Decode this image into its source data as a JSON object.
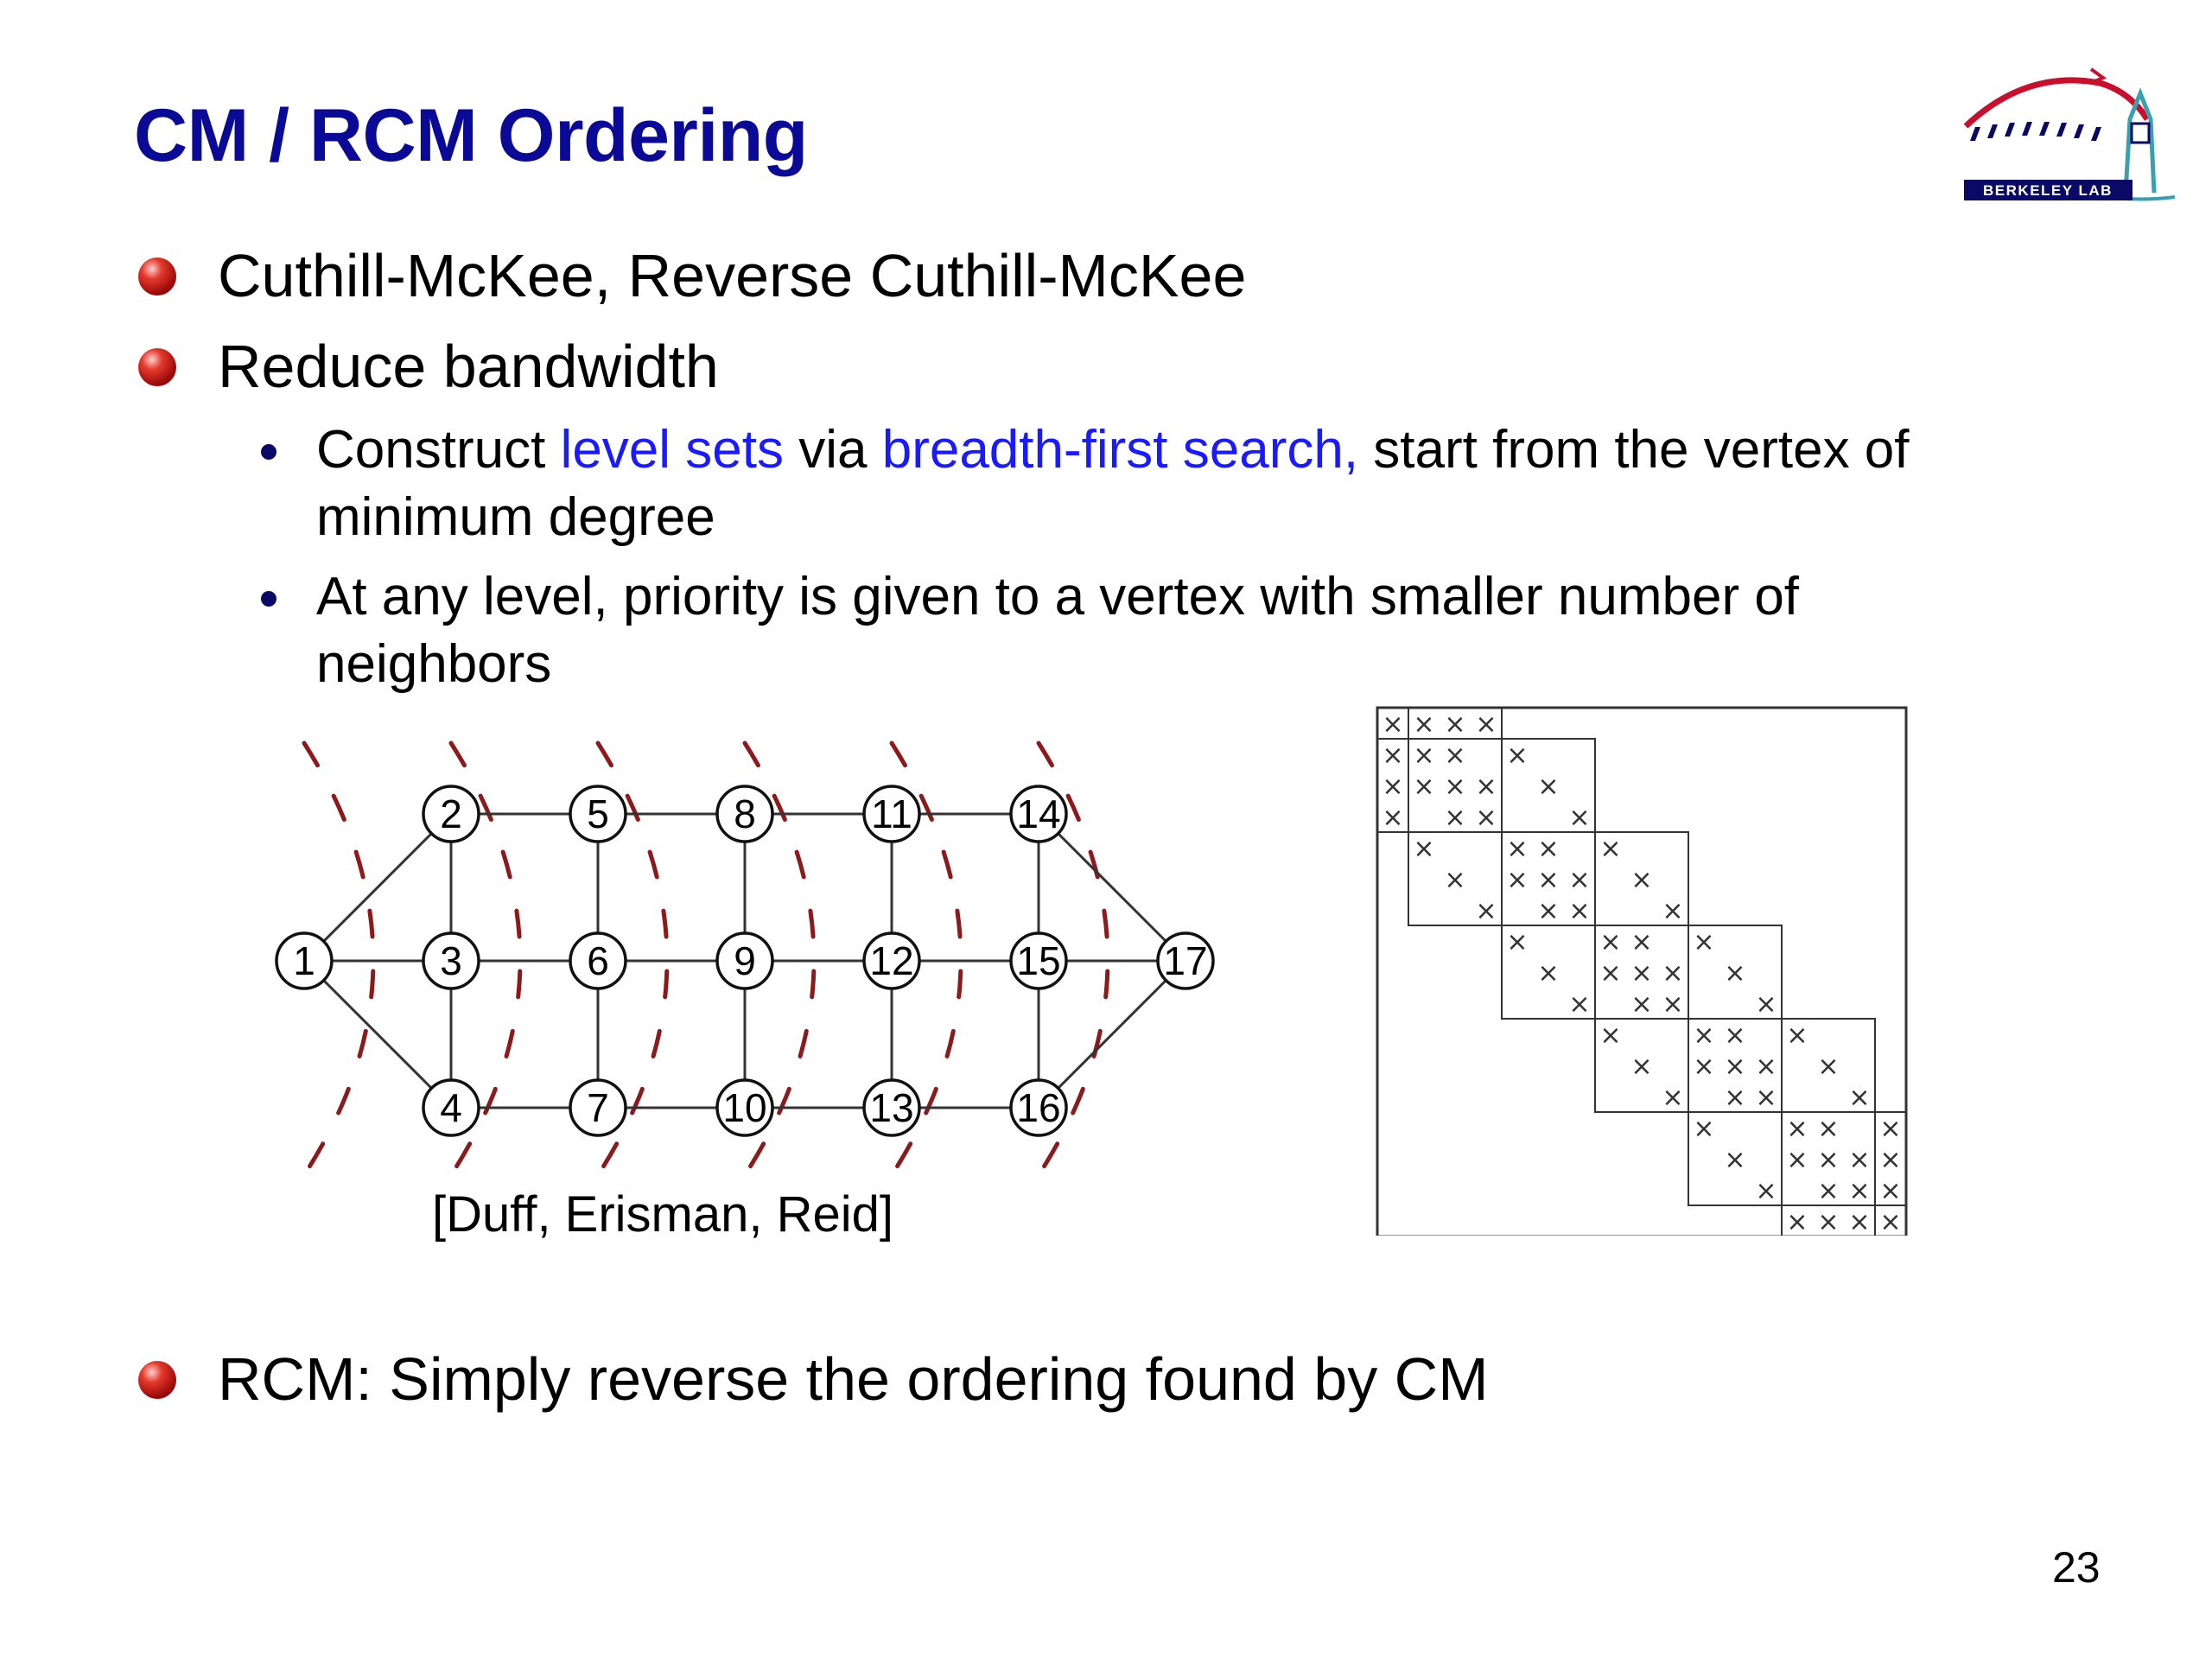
{
  "slide": {
    "title": "CM / RCM Ordering",
    "page_number": "23"
  },
  "logo": {
    "text": "BERKELEY LAB",
    "colors": {
      "red": "#c8102e",
      "navy": "#0a0a66",
      "teal": "#3aa0b0"
    }
  },
  "bullets": [
    {
      "text": "Cuthill-McKee, Reverse Cuthill-McKee"
    },
    {
      "text": "Reduce bandwidth",
      "sub": [
        {
          "t1": "Construct ",
          "hl1": "level sets",
          "t2": " via ",
          "hl2": "breadth-first search,",
          "t3": " start from the vertex of minimum degree"
        },
        {
          "text": "At any level, priority is given to a vertex with smaller number of neighbors"
        }
      ]
    },
    {
      "text": "RCM: Simply reverse the ordering found by CM"
    }
  ],
  "figure": {
    "caption": "[Duff, Erisman, Reid]",
    "nodes": [
      {
        "label": "1",
        "col": 0,
        "row": 1
      },
      {
        "label": "2",
        "col": 1,
        "row": 0
      },
      {
        "label": "3",
        "col": 1,
        "row": 1
      },
      {
        "label": "4",
        "col": 1,
        "row": 2
      },
      {
        "label": "5",
        "col": 2,
        "row": 0
      },
      {
        "label": "6",
        "col": 2,
        "row": 1
      },
      {
        "label": "7",
        "col": 2,
        "row": 2
      },
      {
        "label": "8",
        "col": 3,
        "row": 0
      },
      {
        "label": "9",
        "col": 3,
        "row": 1
      },
      {
        "label": "10",
        "col": 3,
        "row": 2
      },
      {
        "label": "11",
        "col": 4,
        "row": 0
      },
      {
        "label": "12",
        "col": 4,
        "row": 1
      },
      {
        "label": "13",
        "col": 4,
        "row": 2
      },
      {
        "label": "14",
        "col": 5,
        "row": 0
      },
      {
        "label": "15",
        "col": 5,
        "row": 1
      },
      {
        "label": "16",
        "col": 5,
        "row": 2
      },
      {
        "label": "17",
        "col": 6,
        "row": 1
      }
    ],
    "edges": [
      [
        1,
        2
      ],
      [
        1,
        3
      ],
      [
        1,
        4
      ],
      [
        2,
        3
      ],
      [
        3,
        4
      ],
      [
        2,
        5
      ],
      [
        3,
        6
      ],
      [
        4,
        7
      ],
      [
        5,
        6
      ],
      [
        6,
        7
      ],
      [
        5,
        8
      ],
      [
        6,
        9
      ],
      [
        7,
        10
      ],
      [
        8,
        9
      ],
      [
        9,
        10
      ],
      [
        8,
        11
      ],
      [
        9,
        12
      ],
      [
        10,
        13
      ],
      [
        11,
        12
      ],
      [
        12,
        13
      ],
      [
        11,
        14
      ],
      [
        12,
        15
      ],
      [
        13,
        16
      ],
      [
        14,
        15
      ],
      [
        15,
        16
      ],
      [
        14,
        17
      ],
      [
        15,
        17
      ],
      [
        16,
        17
      ]
    ],
    "levels": 6,
    "matrix": {
      "n": 17,
      "blocks": [
        [
          1,
          1
        ],
        [
          2,
          4
        ],
        [
          5,
          7
        ],
        [
          8,
          10
        ],
        [
          11,
          13
        ],
        [
          14,
          16
        ],
        [
          17,
          17
        ]
      ],
      "marker": "×"
    },
    "colors": {
      "edge": "#333333",
      "node_fill": "#ffffff",
      "level_curve": "#8b1a1a",
      "matrix_line": "#333333"
    }
  }
}
